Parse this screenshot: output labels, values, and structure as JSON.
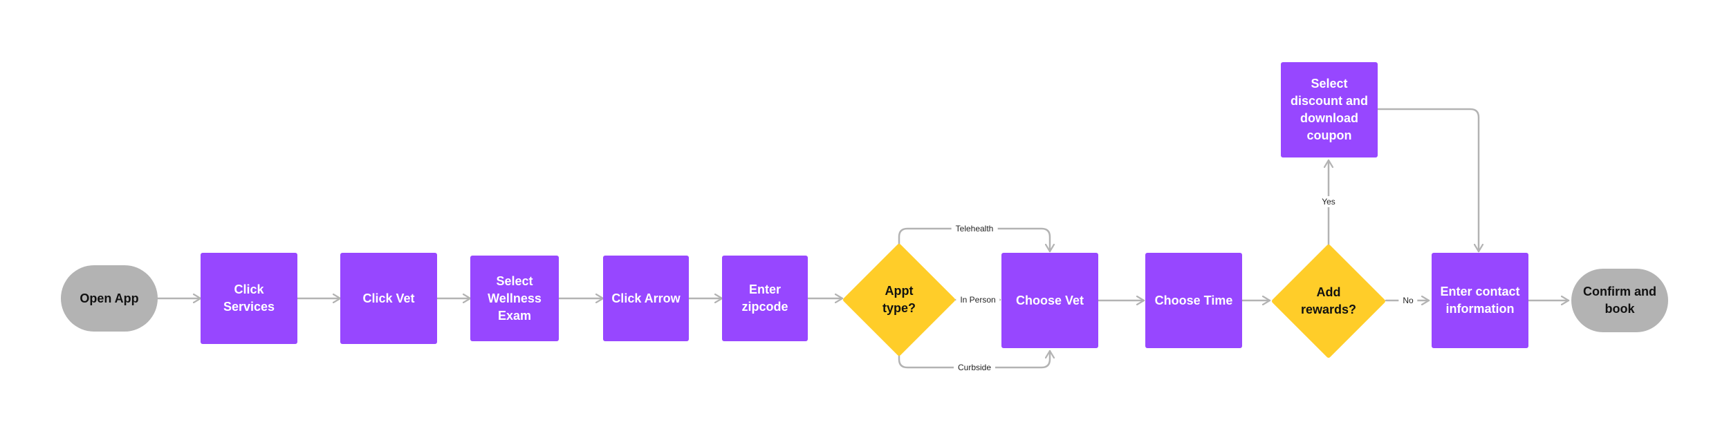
{
  "colors": {
    "process": "#9747ff",
    "terminal": "#b3b3b3",
    "decision": "#ffcd29",
    "connector": "#b3b3b3"
  },
  "nodes": {
    "open_app": "Open App",
    "click_services": "Click Services",
    "click_vet": "Click Vet",
    "select_wellness_exam": "Select Wellness Exam",
    "click_arrow": "Click Arrow",
    "enter_zipcode": "Enter zipcode",
    "appt_type": "Appt type?",
    "choose_vet": "Choose Vet",
    "choose_time": "Choose Time",
    "add_rewards": "Add rewards?",
    "select_discount": "Select discount and download coupon",
    "enter_contact": "Enter contact information",
    "confirm_book": "Confirm and book"
  },
  "edge_labels": {
    "telehealth": "Telehealth",
    "in_person": "In Person",
    "curbside": "Curbside",
    "yes": "Yes",
    "no": "No"
  }
}
